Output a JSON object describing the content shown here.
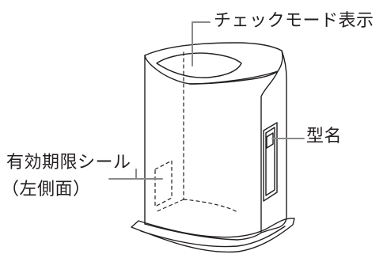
{
  "labels": {
    "check_mode_display": "チェックモード表示",
    "model_name": "型名",
    "expiry_seal_line1": "有効期限シール",
    "expiry_seal_line2": "（左側面）"
  }
}
